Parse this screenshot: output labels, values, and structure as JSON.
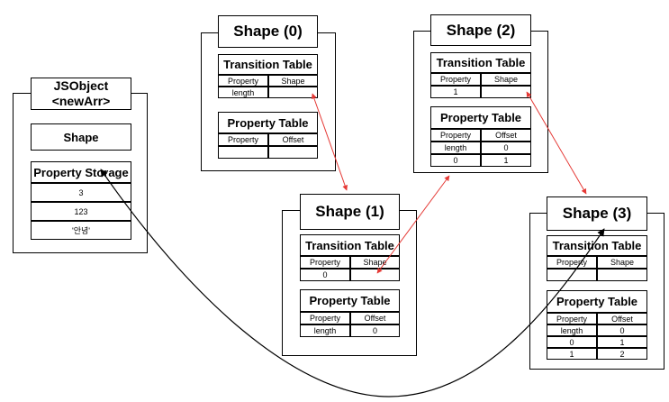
{
  "jsobject": {
    "title_line1": "JSObject",
    "title_line2": "<newArr>",
    "shape_label": "Shape",
    "storage_label": "Property Storage",
    "storage_values": [
      "3",
      "123",
      "'안녕'"
    ]
  },
  "shapes": [
    {
      "title": "Shape (0)",
      "transition_title": "Transition Table",
      "transition_headers": [
        "Property",
        "Shape"
      ],
      "transition_rows": [
        [
          "length",
          ""
        ]
      ],
      "property_title": "Property Table",
      "property_headers": [
        "Property",
        "Offset"
      ],
      "property_rows": [
        [
          "",
          ""
        ]
      ]
    },
    {
      "title": "Shape (1)",
      "transition_title": "Transition Table",
      "transition_headers": [
        "Property",
        "Shape"
      ],
      "transition_rows": [
        [
          "0",
          ""
        ]
      ],
      "property_title": "Property Table",
      "property_headers": [
        "Property",
        "Offset"
      ],
      "property_rows": [
        [
          "length",
          "0"
        ]
      ]
    },
    {
      "title": "Shape (2)",
      "transition_title": "Transition Table",
      "transition_headers": [
        "Property",
        "Shape"
      ],
      "transition_rows": [
        [
          "1",
          ""
        ]
      ],
      "property_title": "Property Table",
      "property_headers": [
        "Property",
        "Offset"
      ],
      "property_rows": [
        [
          "length",
          "0"
        ],
        [
          "0",
          "1"
        ]
      ]
    },
    {
      "title": "Shape (3)",
      "transition_title": "Transition Table",
      "transition_headers": [
        "Property",
        "Shape"
      ],
      "transition_rows": [
        [
          "",
          ""
        ]
      ],
      "property_title": "Property Table",
      "property_headers": [
        "Property",
        "Offset"
      ],
      "property_rows": [
        [
          "length",
          "0"
        ],
        [
          "0",
          "1"
        ],
        [
          "1",
          "2"
        ]
      ]
    }
  ],
  "colors": {
    "transition_arrow": "#e53935",
    "pointer_arrow": "#000000"
  }
}
